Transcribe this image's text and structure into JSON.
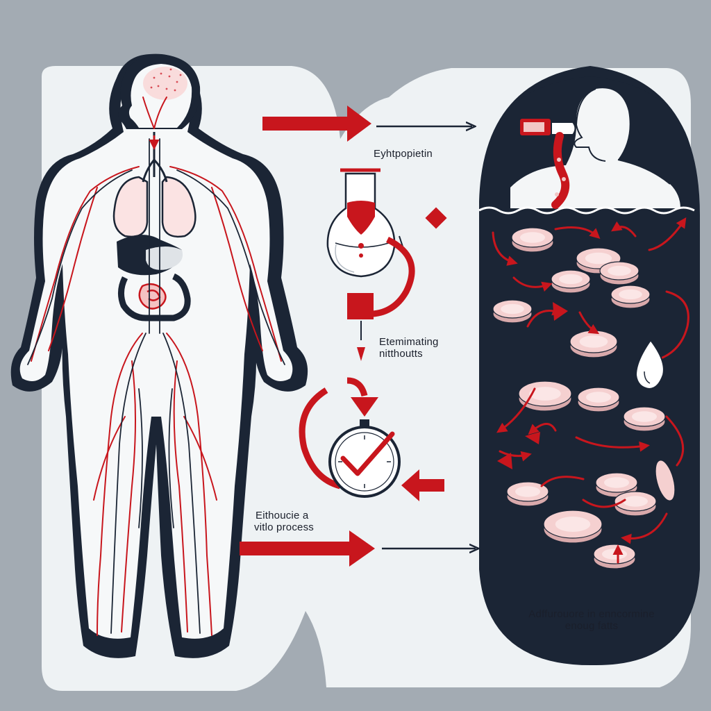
{
  "labels": {
    "erythropoietin": "Eyhtpopietin",
    "eliminating_line1": "Etemimating",
    "eliminating_line2": "nitthoutts",
    "introduce_line1": "Eithoucie a",
    "introduce_line2": "vitlo process",
    "adventure_line1": "Adffurouore in enncormine",
    "adventure_line2": "enoug fatts"
  },
  "colors": {
    "background": "#a3abb3",
    "panel": "#eef2f4",
    "navy": "#1b2535",
    "red": "#c8161d",
    "pink": "#f2c6c6"
  },
  "icons": [
    "human-body-icon",
    "lungs-icon",
    "brain-icon",
    "intestines-icon",
    "flask-icon",
    "stopwatch-icon",
    "checkmark-icon",
    "drop-icon",
    "person-drinking-icon",
    "red-blood-cells-icon",
    "arrow-icon"
  ]
}
